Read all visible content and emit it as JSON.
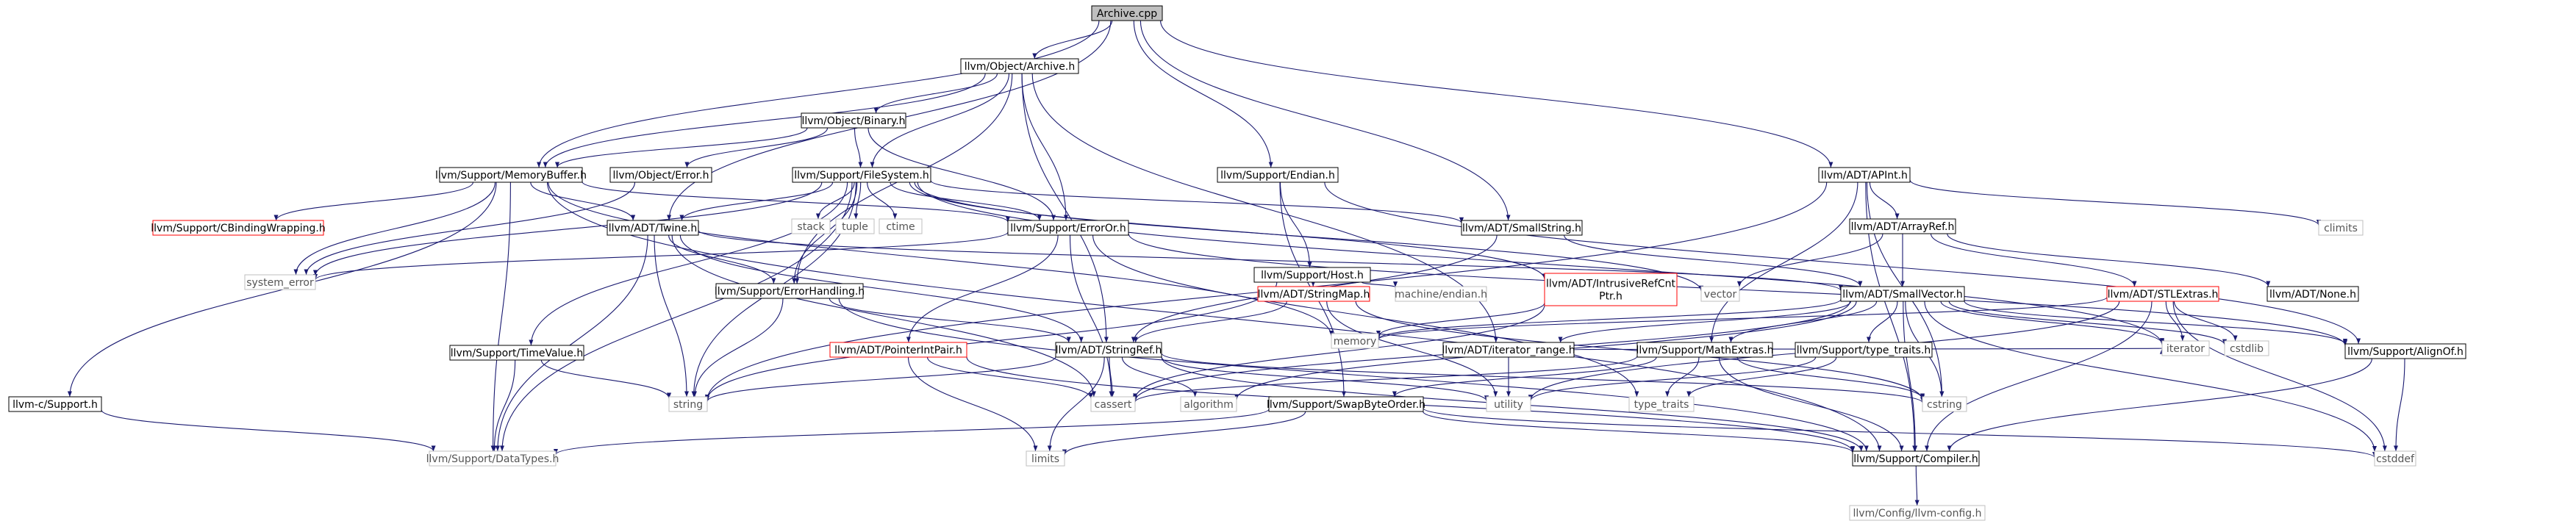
{
  "graph": {
    "nodes": [
      {
        "id": "archive_cpp",
        "label": "Archive.cpp",
        "kind": "root"
      },
      {
        "id": "object_archive",
        "label": "llvm/Object/Archive.h",
        "kind": "normal"
      },
      {
        "id": "object_binary",
        "label": "llvm/Object/Binary.h",
        "kind": "normal"
      },
      {
        "id": "memorybuffer",
        "label": "llvm/Support/MemoryBuffer.h",
        "kind": "normal"
      },
      {
        "id": "object_error",
        "label": "llvm/Object/Error.h",
        "kind": "normal"
      },
      {
        "id": "filesystem",
        "label": "llvm/Support/FileSystem.h",
        "kind": "normal"
      },
      {
        "id": "endian",
        "label": "llvm/Support/Endian.h",
        "kind": "normal"
      },
      {
        "id": "apint",
        "label": "llvm/ADT/APInt.h",
        "kind": "normal"
      },
      {
        "id": "climits",
        "label": "climits",
        "kind": "system"
      },
      {
        "id": "cbinding",
        "label": "llvm/Support/CBindingWrapping.h",
        "kind": "missing"
      },
      {
        "id": "twine",
        "label": "llvm/ADT/Twine.h",
        "kind": "normal"
      },
      {
        "id": "stack",
        "label": "stack",
        "kind": "system"
      },
      {
        "id": "tuple",
        "label": "tuple",
        "kind": "system"
      },
      {
        "id": "ctime",
        "label": "ctime",
        "kind": "system"
      },
      {
        "id": "erroror",
        "label": "llvm/Support/ErrorOr.h",
        "kind": "normal"
      },
      {
        "id": "smallstring",
        "label": "llvm/ADT/SmallString.h",
        "kind": "normal"
      },
      {
        "id": "host",
        "label": "llvm/Support/Host.h",
        "kind": "normal"
      },
      {
        "id": "intrusiverefcnt",
        "label": "llvm/ADT/IntrusiveRefCnt\nPtr.h",
        "kind": "missing"
      },
      {
        "id": "arrayref",
        "label": "llvm/ADT/ArrayRef.h",
        "kind": "normal"
      },
      {
        "id": "system_error",
        "label": "system_error",
        "kind": "system"
      },
      {
        "id": "errorhandling",
        "label": "llvm/Support/ErrorHandling.h",
        "kind": "normal"
      },
      {
        "id": "stringmap",
        "label": "llvm/ADT/StringMap.h",
        "kind": "missing"
      },
      {
        "id": "machine_endian",
        "label": "machine/endian.h",
        "kind": "system"
      },
      {
        "id": "vector",
        "label": "vector",
        "kind": "system"
      },
      {
        "id": "smallvector",
        "label": "llvm/ADT/SmallVector.h",
        "kind": "normal"
      },
      {
        "id": "stlextras",
        "label": "llvm/ADT/STLExtras.h",
        "kind": "missing"
      },
      {
        "id": "adt_none",
        "label": "llvm/ADT/None.h",
        "kind": "normal"
      },
      {
        "id": "timevalue",
        "label": "llvm/Support/TimeValue.h",
        "kind": "normal"
      },
      {
        "id": "pointerintpair",
        "label": "llvm/ADT/PointerIntPair.h",
        "kind": "missing"
      },
      {
        "id": "stringref",
        "label": "llvm/ADT/StringRef.h",
        "kind": "normal"
      },
      {
        "id": "memory",
        "label": "memory",
        "kind": "system"
      },
      {
        "id": "iterator_range",
        "label": "llvm/ADT/iterator_range.h",
        "kind": "normal"
      },
      {
        "id": "mathextras",
        "label": "llvm/Support/MathExtras.h",
        "kind": "normal"
      },
      {
        "id": "type_traits_h",
        "label": "llvm/Support/type_traits.h",
        "kind": "normal"
      },
      {
        "id": "iterator",
        "label": "iterator",
        "kind": "system"
      },
      {
        "id": "cstdlib",
        "label": "cstdlib",
        "kind": "system"
      },
      {
        "id": "alignof",
        "label": "llvm/Support/AlignOf.h",
        "kind": "normal"
      },
      {
        "id": "llvmc_support",
        "label": "llvm-c/Support.h",
        "kind": "normal"
      },
      {
        "id": "string",
        "label": "string",
        "kind": "system"
      },
      {
        "id": "cassert",
        "label": "cassert",
        "kind": "system"
      },
      {
        "id": "algorithm",
        "label": "algorithm",
        "kind": "system"
      },
      {
        "id": "utility",
        "label": "utility",
        "kind": "system"
      },
      {
        "id": "type_traits",
        "label": "type_traits",
        "kind": "system"
      },
      {
        "id": "cstring",
        "label": "cstring",
        "kind": "system"
      },
      {
        "id": "swapbyteorder",
        "label": "llvm/Support/SwapByteOrder.h",
        "kind": "normal"
      },
      {
        "id": "datatypes",
        "label": "llvm/Support/DataTypes.h",
        "kind": "system"
      },
      {
        "id": "limits",
        "label": "limits",
        "kind": "system"
      },
      {
        "id": "compiler",
        "label": "llvm/Support/Compiler.h",
        "kind": "normal"
      },
      {
        "id": "cstddef",
        "label": "cstddef",
        "kind": "system"
      },
      {
        "id": "llvm_config",
        "label": "llvm/Config/llvm-config.h",
        "kind": "system"
      }
    ],
    "edges": [
      [
        "archive_cpp",
        "object_archive"
      ],
      [
        "archive_cpp",
        "memorybuffer"
      ],
      [
        "archive_cpp",
        "twine"
      ],
      [
        "archive_cpp",
        "endian"
      ],
      [
        "archive_cpp",
        "smallstring"
      ],
      [
        "archive_cpp",
        "apint"
      ],
      [
        "object_archive",
        "object_binary"
      ],
      [
        "object_archive",
        "memorybuffer"
      ],
      [
        "object_archive",
        "filesystem"
      ],
      [
        "object_archive",
        "erroror"
      ],
      [
        "object_archive",
        "errorhandling"
      ],
      [
        "object_archive",
        "stringref"
      ],
      [
        "object_archive",
        "iterator_range"
      ],
      [
        "object_binary",
        "memorybuffer"
      ],
      [
        "object_binary",
        "object_error"
      ],
      [
        "object_binary",
        "filesystem"
      ],
      [
        "object_binary",
        "erroror"
      ],
      [
        "memorybuffer",
        "cbinding"
      ],
      [
        "memorybuffer",
        "twine"
      ],
      [
        "memorybuffer",
        "erroror"
      ],
      [
        "memorybuffer",
        "system_error"
      ],
      [
        "memorybuffer",
        "datatypes"
      ],
      [
        "memorybuffer",
        "llvmc_support"
      ],
      [
        "memorybuffer",
        "memory"
      ],
      [
        "memorybuffer",
        "compiler"
      ],
      [
        "object_error",
        "system_error"
      ],
      [
        "filesystem",
        "stack"
      ],
      [
        "filesystem",
        "tuple"
      ],
      [
        "filesystem",
        "ctime"
      ],
      [
        "filesystem",
        "twine"
      ],
      [
        "filesystem",
        "erroror"
      ],
      [
        "filesystem",
        "smallstring"
      ],
      [
        "filesystem",
        "intrusiverefcnt"
      ],
      [
        "filesystem",
        "errorhandling"
      ],
      [
        "filesystem",
        "timevalue"
      ],
      [
        "filesystem",
        "system_error"
      ],
      [
        "filesystem",
        "string"
      ],
      [
        "filesystem",
        "datatypes"
      ],
      [
        "filesystem",
        "vector"
      ],
      [
        "filesystem",
        "iterator"
      ],
      [
        "endian",
        "host"
      ],
      [
        "endian",
        "swapbyteorder"
      ],
      [
        "endian",
        "alignof"
      ],
      [
        "apint",
        "arrayref"
      ],
      [
        "apint",
        "mathextras"
      ],
      [
        "apint",
        "climits"
      ],
      [
        "apint",
        "string"
      ],
      [
        "apint",
        "cstring"
      ],
      [
        "apint",
        "compiler"
      ],
      [
        "twine",
        "stringref"
      ],
      [
        "twine",
        "smallvector"
      ],
      [
        "twine",
        "errorhandling"
      ],
      [
        "twine",
        "string"
      ],
      [
        "twine",
        "cassert"
      ],
      [
        "twine",
        "datatypes"
      ],
      [
        "erroror",
        "pointerintpair"
      ],
      [
        "erroror",
        "alignof"
      ],
      [
        "erroror",
        "system_error"
      ],
      [
        "erroror",
        "cassert"
      ],
      [
        "erroror",
        "type_traits"
      ],
      [
        "smallstring",
        "smallvector"
      ],
      [
        "smallstring",
        "stringref"
      ],
      [
        "host",
        "stringmap"
      ],
      [
        "host",
        "machine_endian"
      ],
      [
        "host",
        "string"
      ],
      [
        "intrusiverefcnt",
        "memory"
      ],
      [
        "intrusiverefcnt",
        "cassert"
      ],
      [
        "arrayref",
        "smallvector"
      ],
      [
        "arrayref",
        "stlextras"
      ],
      [
        "arrayref",
        "adt_none"
      ],
      [
        "arrayref",
        "vector"
      ],
      [
        "errorhandling",
        "compiler"
      ],
      [
        "errorhandling",
        "stringref"
      ],
      [
        "errorhandling",
        "string"
      ],
      [
        "stringmap",
        "stringref"
      ],
      [
        "stringmap",
        "cstring"
      ],
      [
        "stringmap",
        "utility"
      ],
      [
        "smallvector",
        "alignof"
      ],
      [
        "smallvector",
        "mathextras"
      ],
      [
        "smallvector",
        "type_traits_h"
      ],
      [
        "smallvector",
        "iterator_range"
      ],
      [
        "smallvector",
        "memory"
      ],
      [
        "smallvector",
        "iterator"
      ],
      [
        "smallvector",
        "cstdlib"
      ],
      [
        "smallvector",
        "cstddef"
      ],
      [
        "smallvector",
        "cstring"
      ],
      [
        "smallvector",
        "cassert"
      ],
      [
        "smallvector",
        "algorithm"
      ],
      [
        "smallvector",
        "compiler"
      ],
      [
        "stlextras",
        "compiler"
      ],
      [
        "stlextras",
        "iterator"
      ],
      [
        "stlextras",
        "cstdlib"
      ],
      [
        "stlextras",
        "cstddef"
      ],
      [
        "stlextras",
        "utility"
      ],
      [
        "stlextras",
        "memory"
      ],
      [
        "timevalue",
        "datatypes"
      ],
      [
        "timevalue",
        "string"
      ],
      [
        "pointerintpair",
        "compiler"
      ],
      [
        "pointerintpair",
        "limits"
      ],
      [
        "pointerintpair",
        "cassert"
      ],
      [
        "stringref",
        "compiler"
      ],
      [
        "stringref",
        "string"
      ],
      [
        "stringref",
        "cassert"
      ],
      [
        "stringref",
        "algorithm"
      ],
      [
        "stringref",
        "utility"
      ],
      [
        "stringref",
        "limits"
      ],
      [
        "stringref",
        "cstring"
      ],
      [
        "iterator_range",
        "utility"
      ],
      [
        "iterator_range",
        "iterator"
      ],
      [
        "mathextras",
        "compiler"
      ],
      [
        "mathextras",
        "swapbyteorder"
      ],
      [
        "mathextras",
        "cassert"
      ],
      [
        "mathextras",
        "cstring"
      ],
      [
        "mathextras",
        "type_traits"
      ],
      [
        "type_traits_h",
        "utility"
      ],
      [
        "type_traits_h",
        "type_traits"
      ],
      [
        "alignof",
        "compiler"
      ],
      [
        "alignof",
        "cstddef"
      ],
      [
        "llvmc_support",
        "datatypes"
      ],
      [
        "swapbyteorder",
        "compiler"
      ],
      [
        "swapbyteorder",
        "datatypes"
      ],
      [
        "swapbyteorder",
        "cstddef"
      ],
      [
        "swapbyteorder",
        "limits"
      ],
      [
        "compiler",
        "llvm_config"
      ]
    ]
  },
  "colors": {
    "edge": "#191970",
    "node_border": "#000000",
    "system_border": "#bfbfbf",
    "missing_border": "#ff0000",
    "root_fill": "#bfbfbf",
    "system_text": "#555555",
    "missing_text": "#c00000",
    "text": "#000000"
  }
}
